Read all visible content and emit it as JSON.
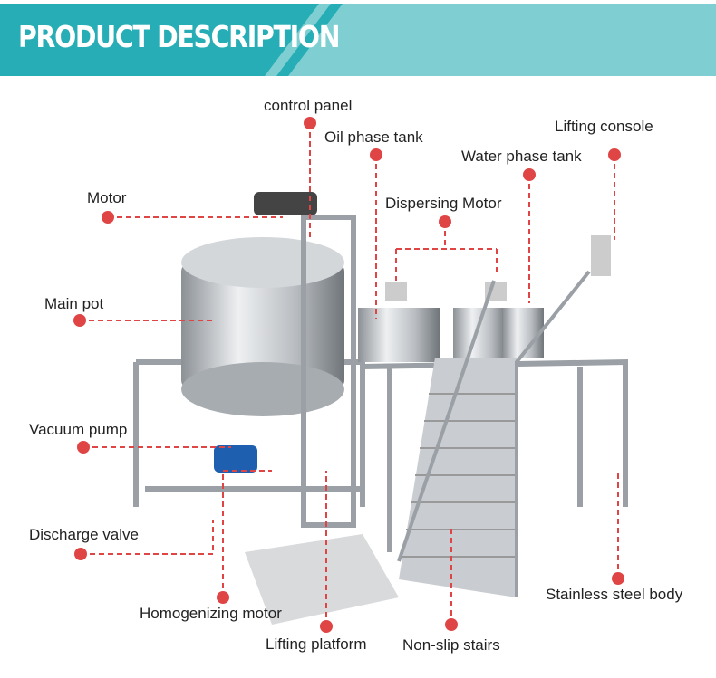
{
  "banner": {
    "title": "PRODUCT DESCRIPTION",
    "colors": {
      "dark": "#27adb5",
      "light": "#7fcfd2"
    }
  },
  "accent_color": "#e04545",
  "labels": {
    "control_panel": "control panel",
    "oil_phase_tank": "Oil phase tank",
    "lifting_console": "Lifting console",
    "water_phase_tank": "Water phase tank",
    "motor": "Motor",
    "dispersing_motor": "Dispersing Motor",
    "main_pot": "Main pot",
    "vacuum_pump": "Vacuum pump",
    "discharge_valve": "Discharge valve",
    "homogenizing_motor": "Homogenizing motor",
    "lifting_platform": "Lifting platform",
    "non_slip_stairs": "Non-slip stairs",
    "stainless_steel_body": "Stainless steel body"
  }
}
